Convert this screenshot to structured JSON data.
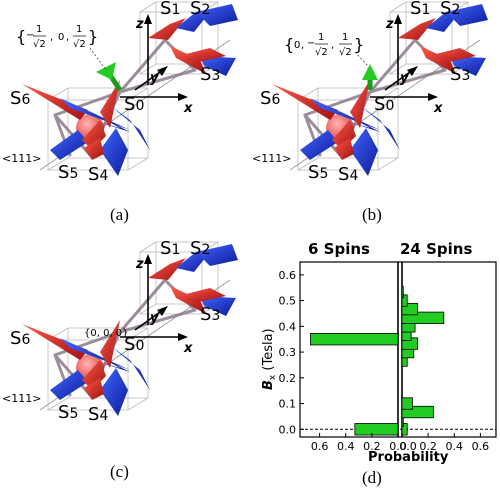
{
  "panel_a": {
    "caption": "(a)",
    "vector": [
      "−",
      "1",
      "√2",
      "0",
      "1",
      "√2"
    ],
    "spins": [
      "S1",
      "S2",
      "S3",
      "S0",
      "S6",
      "S5",
      "S4"
    ],
    "axes": {
      "x": "x",
      "y": "y",
      "z": "z"
    },
    "direction": "<111>"
  },
  "panel_b": {
    "caption": "(b)",
    "vector": [
      "0",
      "−",
      "1",
      "√2",
      "1",
      "√2"
    ],
    "spins": [
      "S1",
      "S2",
      "S3",
      "S0",
      "S6",
      "S5",
      "S4"
    ],
    "axes": {
      "x": "x",
      "y": "y",
      "z": "z"
    },
    "direction": "<111>"
  },
  "panel_c": {
    "caption": "(c)",
    "vector": "{0, 0, 0}",
    "spins": [
      "S1",
      "S2",
      "S3",
      "S0",
      "S6",
      "S5",
      "S4"
    ],
    "axes": {
      "x": "x",
      "y": "y",
      "z": "z"
    },
    "direction": "<111>"
  },
  "panel_d": {
    "caption": "(d)",
    "left_title": "6 Spins",
    "right_title": "24 Spins",
    "ylabel": "B",
    "ylabel_sub": "x",
    "ylabel_unit": "(Tesla)",
    "xlabel": "Probability",
    "colors": {
      "bar": "#22cc22"
    }
  },
  "chart_data": {
    "type": "bar",
    "orientation": "horizontal",
    "ylabel": "Bx (Tesla)",
    "xlabel": "Probability",
    "ylim": [
      -0.03,
      0.65
    ],
    "yticks": [
      "0.0",
      "0.1",
      "0.2",
      "0.3",
      "0.4",
      "0.5",
      "0.6"
    ],
    "xticks_left": [
      "0.6",
      "0.4",
      "0.2",
      "0.0"
    ],
    "xticks_right": [
      "0.0",
      "0.2",
      "0.4",
      "0.6"
    ],
    "series": [
      {
        "name": "6 Spins",
        "bars": [
          {
            "y": 0.0,
            "p": 0.33
          },
          {
            "y": 0.35,
            "p": 0.67
          }
        ]
      },
      {
        "name": "24 Spins",
        "bars": [
          {
            "y": 0.0,
            "p": 0.04
          },
          {
            "y": 0.033,
            "p": 0.01
          },
          {
            "y": 0.067,
            "p": 0.24
          },
          {
            "y": 0.1,
            "p": 0.08
          },
          {
            "y": 0.267,
            "p": 0.04
          },
          {
            "y": 0.3,
            "p": 0.09
          },
          {
            "y": 0.333,
            "p": 0.12
          },
          {
            "y": 0.367,
            "p": 0.07
          },
          {
            "y": 0.4,
            "p": 0.1
          },
          {
            "y": 0.433,
            "p": 0.32
          },
          {
            "y": 0.467,
            "p": 0.12
          },
          {
            "y": 0.5,
            "p": 0.04
          },
          {
            "y": 0.533,
            "p": 0.01
          }
        ]
      }
    ]
  }
}
